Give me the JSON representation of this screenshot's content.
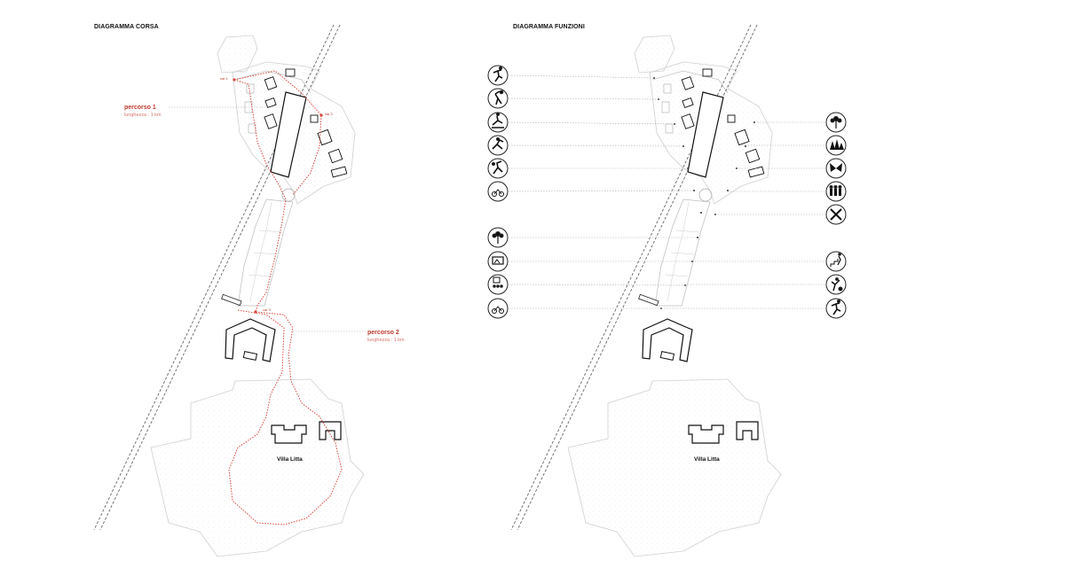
{
  "left": {
    "title": "DIAGRAMMA CORSA",
    "route1": {
      "name": "percorso 1",
      "length": "lunghezza : 1 km"
    },
    "route2": {
      "name": "percorso 2",
      "length": "lunghezza : 1 km"
    },
    "markers": [
      "var 1",
      "var 2",
      "var 3"
    ],
    "villa": "Villa Litta"
  },
  "right": {
    "title": "DIAGRAMMA FUNZIONI",
    "villa": "Villa Litta",
    "icons_left": [
      "runner-icon",
      "basketball-player-icon",
      "skateboarder-icon",
      "climber-icon",
      "soccer-player-icon",
      "cyclist-icon",
      "flower-icon",
      "exhibition-board-icon",
      "audience-icon",
      "cyclist-icon"
    ],
    "icons_right": [
      "flower-icon",
      "trees-icon",
      "butterfly-icon",
      "people-group-icon",
      "tools-icon",
      "stairs-runner-icon",
      "gardener-icon",
      "runner-icon"
    ]
  },
  "colors": {
    "route": "#d9453a",
    "lines": "#555555",
    "dots": "#999999"
  }
}
